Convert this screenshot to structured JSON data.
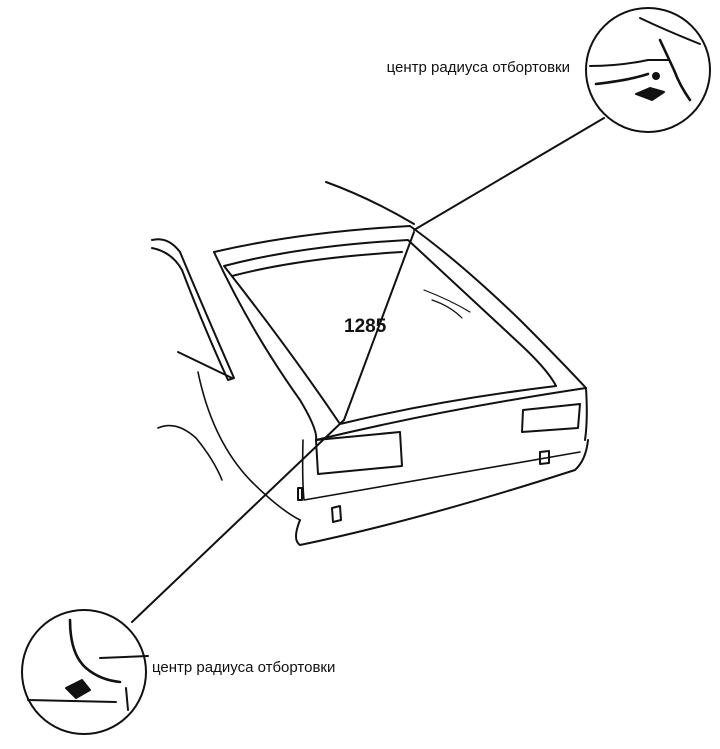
{
  "labels": {
    "top_callout": "центр радиуса отбортовки",
    "bottom_callout": "центр радиуса отбортовки",
    "dimension": "1285"
  },
  "colors": {
    "ink": "#111111",
    "background": "#ffffff"
  }
}
